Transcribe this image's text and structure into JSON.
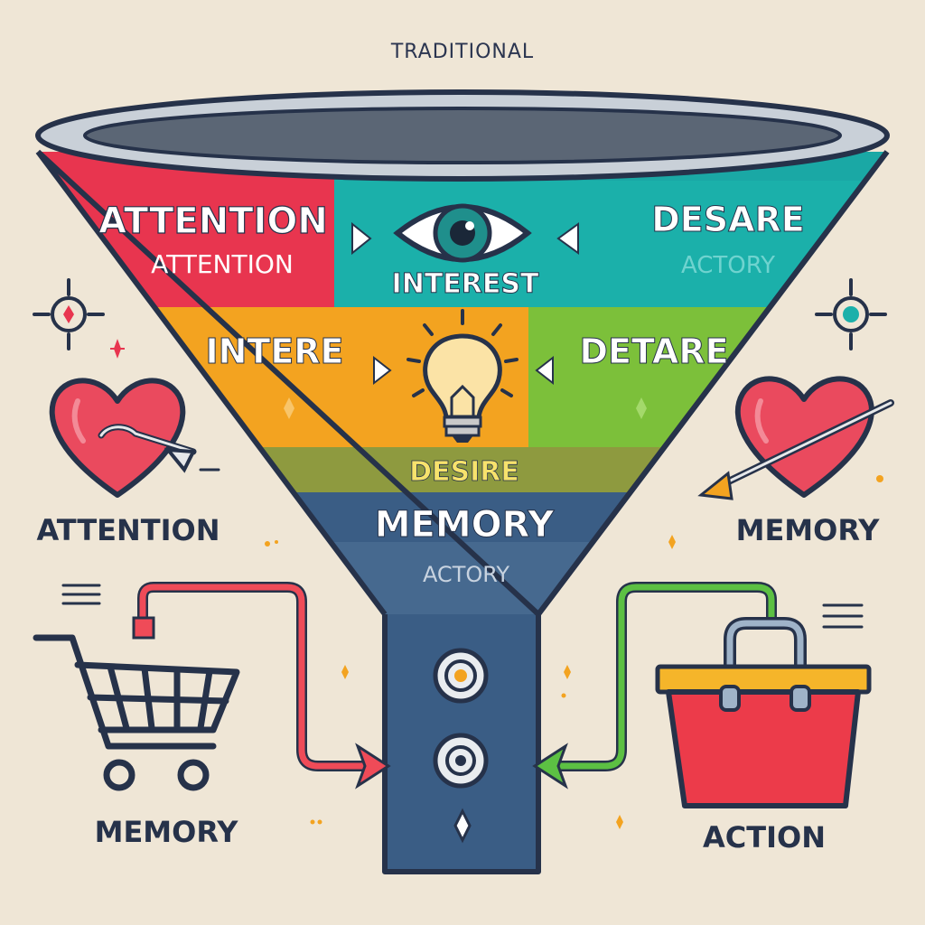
{
  "title": "TRADITIONAL",
  "funnel": {
    "band1": {
      "left_title": "ATTENTION",
      "left_sub": "ATTENTION",
      "center": "INTEREST",
      "right_title": "DESARE",
      "right_sub": "ACTORY",
      "colors": [
        "#e8354f",
        "#1bb0aa"
      ]
    },
    "band2": {
      "left_title": "INTERE",
      "right_title": "DETARE",
      "colors": [
        "#f3a320",
        "#7cc03a"
      ]
    },
    "band3": {
      "title": "DESIRE",
      "color": "#8e9a3f"
    },
    "band4": {
      "title": "MEMORY",
      "sub": "ACTORY",
      "color": "#3a5d85"
    }
  },
  "side_labels": {
    "left_heart": "ATTENTION",
    "right_heart": "MEMORY",
    "cart": "MEMORY",
    "basket": "ACTION"
  },
  "icons": [
    "eye-icon",
    "lightbulb-icon",
    "heart-arrow-icon",
    "shopping-cart-icon",
    "shopping-basket-icon",
    "sparkle-icon",
    "target-icon"
  ],
  "colors": {
    "background": "#efe6d6",
    "outline": "#26324a",
    "red": "#e8354f",
    "teal": "#1bb0aa",
    "orange": "#f3a320",
    "green": "#7cc03a",
    "navy": "#3a5d85"
  }
}
